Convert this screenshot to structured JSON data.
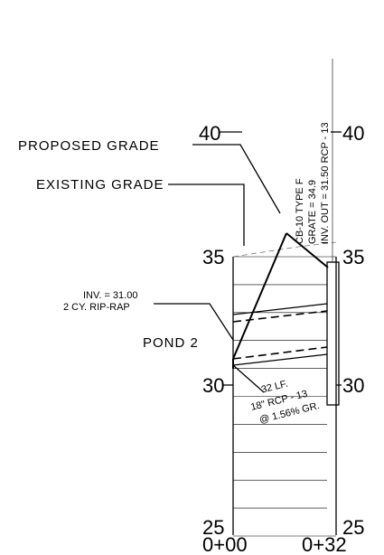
{
  "elevations": {
    "left": [
      "40",
      "35",
      "30",
      "25"
    ],
    "right": [
      "40",
      "35",
      "30",
      "25"
    ]
  },
  "stations": {
    "start": "0+00",
    "end": "0+32"
  },
  "labels": {
    "proposed_grade": "PROPOSED GRADE",
    "existing_grade": "EXISTING GRADE",
    "pond": "POND 2",
    "inv_line1": "INV. = 31.00",
    "inv_line2": "2 CY. RIP-RAP",
    "pipe_line1": "32 LF.",
    "pipe_line2": "18\" RCP - 13",
    "pipe_line3": "@ 1.56% GR."
  },
  "structure": {
    "line1": "CB-10 TYPE F",
    "line2": "GRATE = 34.9",
    "line3": "INV. OUT = 31.50 RCP - 13"
  }
}
